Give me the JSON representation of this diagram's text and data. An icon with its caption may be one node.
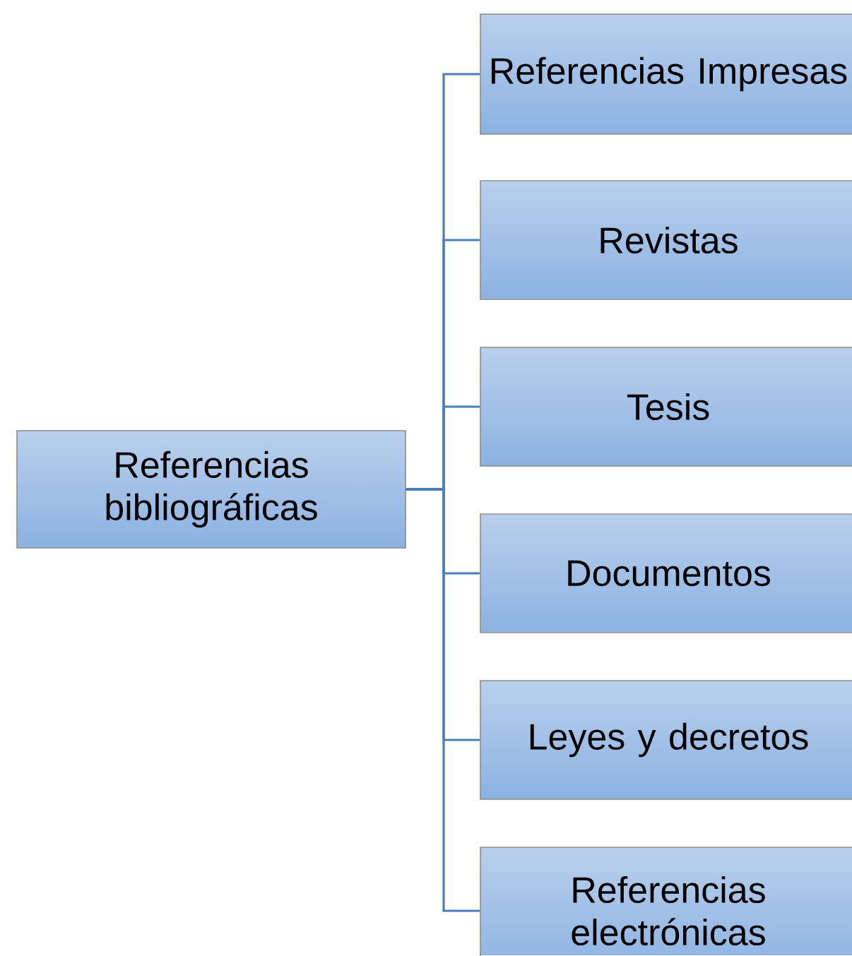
{
  "diagram": {
    "nodes": [
      {
        "text": [
          "Referencias bibliográficas"
        ]
      },
      {
        "text": [
          "Referencias Impresas"
        ]
      },
      {
        "text": [
          "Revistas"
        ]
      },
      {
        "text": [
          "Tesis"
        ]
      },
      {
        "text": [
          "Documentos"
        ]
      },
      {
        "text": [
          "Leyes y decretos"
        ]
      },
      {
        "text": [
          "Referencias electrónicas"
        ]
      }
    ],
    "edges": [
      {
        "from": 0,
        "to": 1,
        "arrow": "none"
      },
      {
        "from": 0,
        "to": 2,
        "arrow": "none"
      },
      {
        "from": 0,
        "to": 3,
        "arrow": "none"
      },
      {
        "from": 0,
        "to": 4,
        "arrow": "none"
      },
      {
        "from": 0,
        "to": 5,
        "arrow": "none"
      },
      {
        "from": 0,
        "to": 6,
        "arrow": "none"
      }
    ]
  }
}
